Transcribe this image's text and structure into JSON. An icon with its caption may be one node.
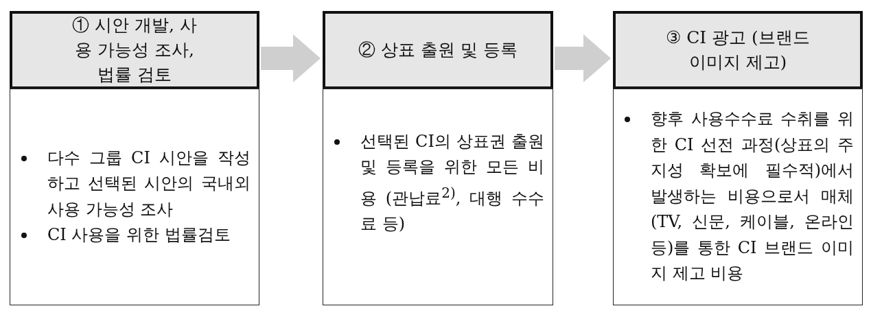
{
  "diagram": {
    "nodes": [
      {
        "text": [
          "① 시안 개발, 사용 가능성 조사, 법률 검토"
        ]
      },
      {
        "text": [
          "다수 그룹 CI 시안을 작성하고 선택된 시안의 국내외 사용 가능성 조사",
          "CI 사용을 위한 법률검토"
        ]
      },
      {
        "text": [
          "② 상표 출원 및 등록"
        ]
      },
      {
        "text": [
          "선택된 CI의 상표권 출원 및 등록을 위한 모든 비용 (관납료$^{2)}$, 대행 수수료 등)"
        ]
      },
      {
        "text": [
          "③ CI 광고 (브랜드 이미지 제고)"
        ]
      },
      {
        "text": [
          "향후 사용수수료 수취를 위한 CI 선전 과정(상표의 주지성 확보에 필수적)에서 발생하는 비용으로서 매체(TV, 신문, 케이블, 온라인 등)를 통한 CI 브랜드 이미지 제고 비용"
        ]
      }
    ],
    "edges": [
      {
        "from": 0,
        "to": 2,
        "arrow": "to"
      },
      {
        "from": 2,
        "to": 4,
        "arrow": "to"
      }
    ]
  }
}
